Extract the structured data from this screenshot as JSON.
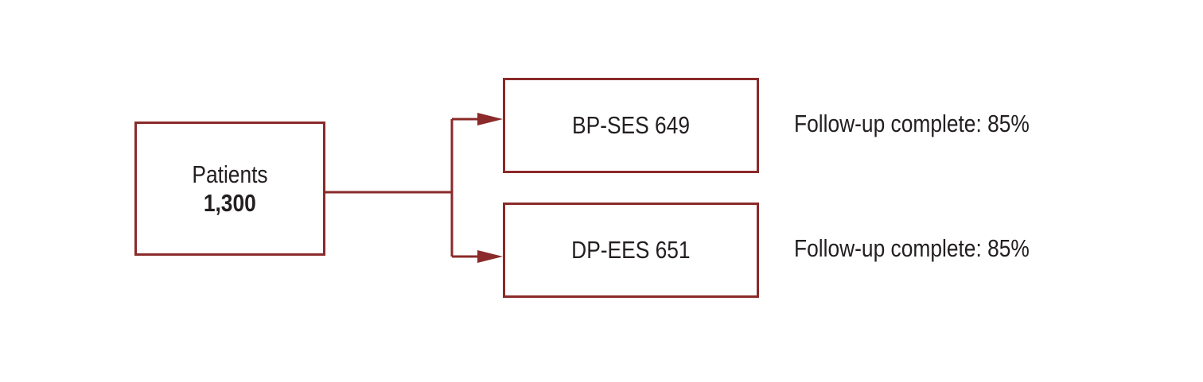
{
  "patients": {
    "label": "Patients",
    "count": "1,300"
  },
  "arms": [
    {
      "label": "BP-SES 649",
      "followup": "Follow-up complete: 85%"
    },
    {
      "label": "DP-EES 651",
      "followup": "Follow-up complete: 85%"
    }
  ],
  "colors": {
    "accent": "#8b2a2a"
  }
}
